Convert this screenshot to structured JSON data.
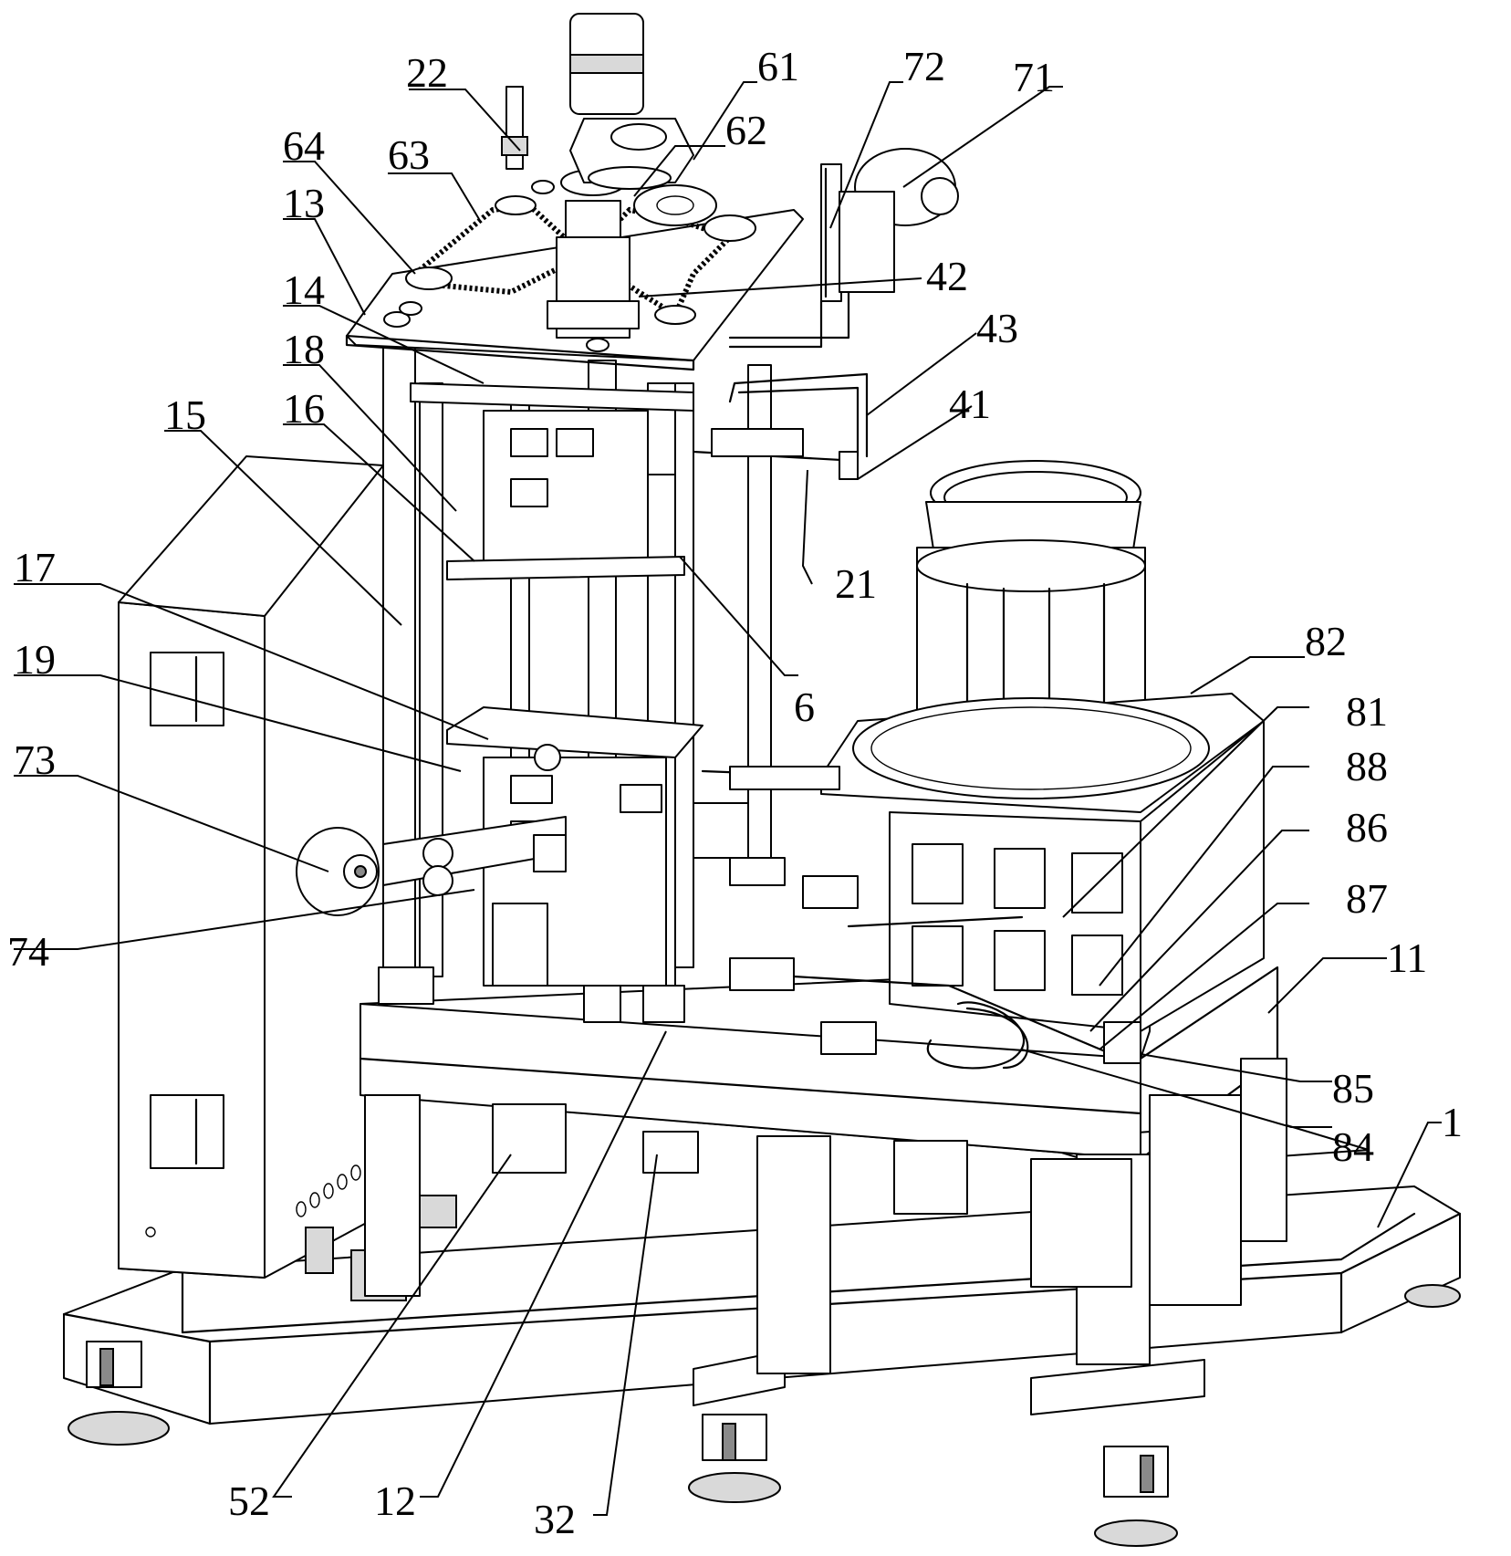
{
  "figure": {
    "part_numbers": {
      "n1": "1",
      "n11": "11",
      "n12": "12",
      "n13": "13",
      "n14": "14",
      "n15": "15",
      "n16": "16",
      "n17": "17",
      "n18": "18",
      "n19": "19",
      "n21": "21",
      "n22": "22",
      "n32": "32",
      "n41": "41",
      "n42": "42",
      "n43": "43",
      "n52": "52",
      "n6": "6",
      "n61": "61",
      "n62": "62",
      "n63": "63",
      "n64": "64",
      "n71": "71",
      "n72": "72",
      "n73": "73",
      "n74": "74",
      "n81": "81",
      "n82": "82",
      "n84": "84",
      "n85": "85",
      "n86": "86",
      "n87": "87",
      "n88": "88"
    }
  }
}
